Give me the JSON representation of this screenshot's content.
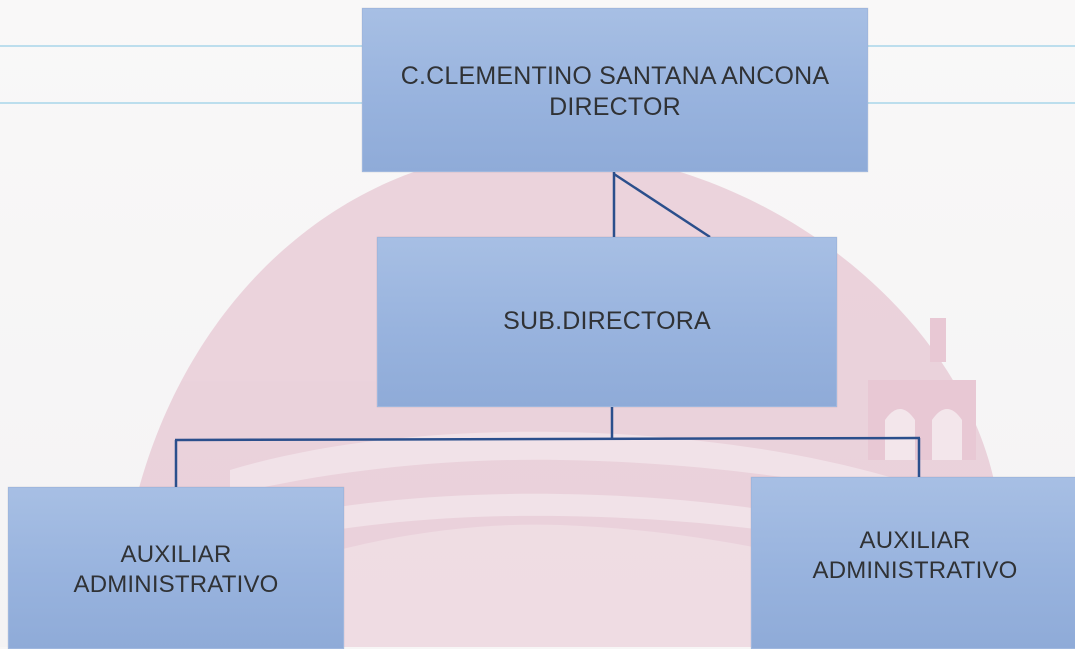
{
  "diagram": {
    "type": "org-chart",
    "colors": {
      "box_fill": "#9ab5df",
      "box_border": "#9fb7de",
      "connector": "#2b4f8c",
      "text": "#303235",
      "watermark": "#e7c6d2",
      "rule_line": "#a8d5ea"
    },
    "nodes": {
      "director": {
        "name": "C.CLEMENTINO SANTANA ANCONA",
        "role": "DIRECTOR"
      },
      "subdirectora": {
        "role": "SUB.DIRECTORA"
      },
      "aux_left": {
        "line1": "AUXILIAR",
        "line2": "ADMINISTRATIVO"
      },
      "aux_right": {
        "line1": "AUXILIAR",
        "line2": "ADMINISTRATIVO"
      }
    },
    "connections": [
      {
        "from": "director",
        "to": "subdirectora"
      },
      {
        "from": "subdirectora",
        "to": "aux_left"
      },
      {
        "from": "subdirectora",
        "to": "aux_right"
      }
    ],
    "watermark_icon": "seal-watermark-icon"
  }
}
